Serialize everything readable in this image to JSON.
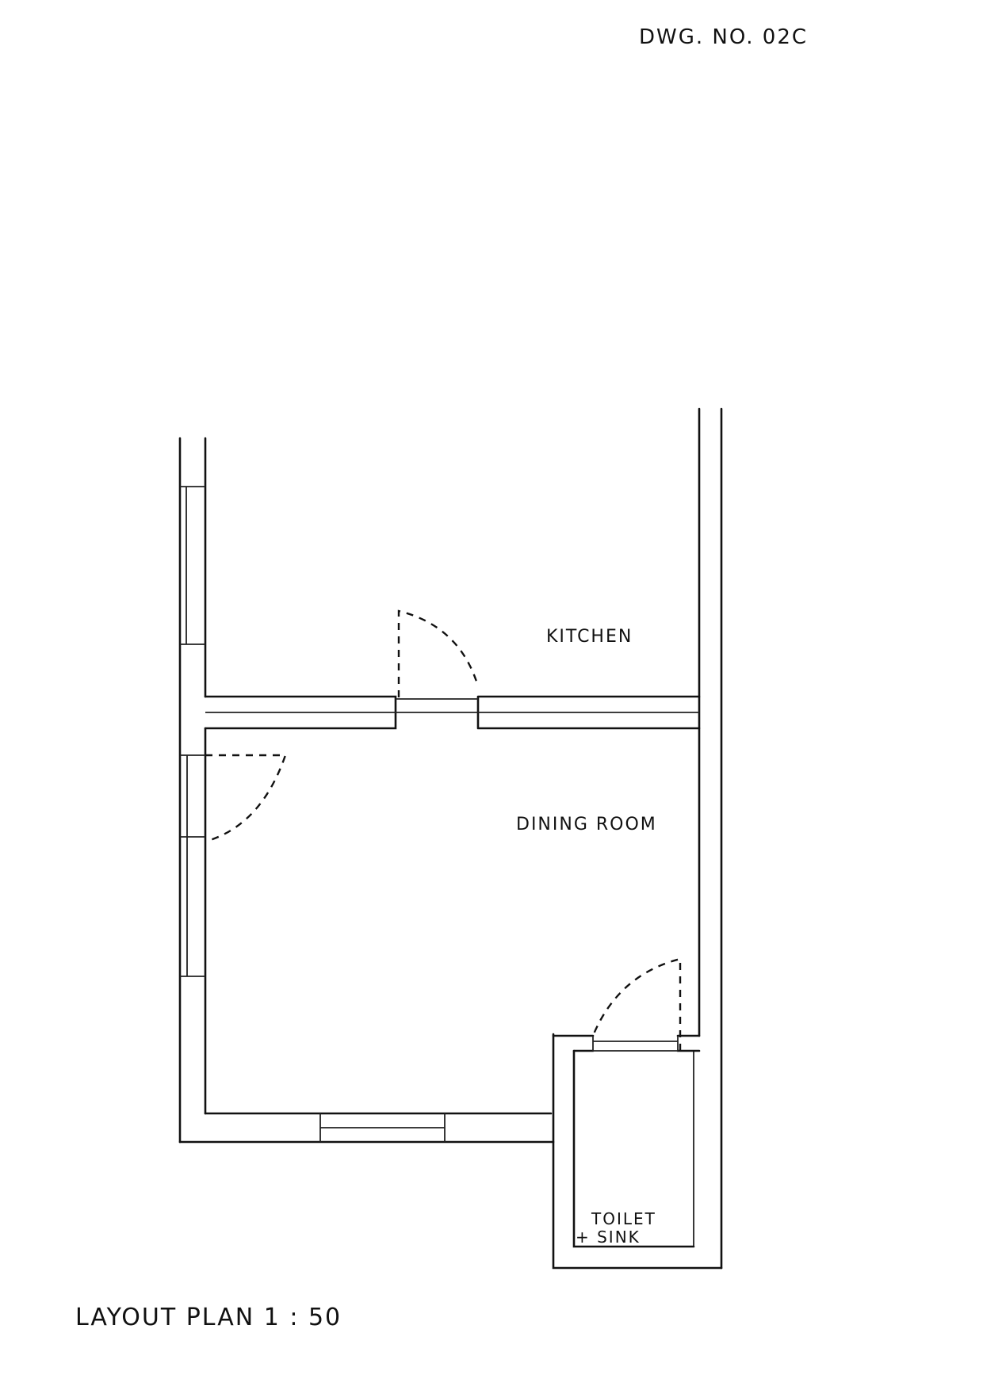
{
  "drawing_number": "DWG. NO. 02C",
  "rooms": {
    "kitchen": "KITCHEN",
    "dining_room": "DINING ROOM",
    "toilet_line1": "TOILET",
    "toilet_line2": "+ SINK"
  },
  "title": "LAYOUT PLAN 1 : 50"
}
